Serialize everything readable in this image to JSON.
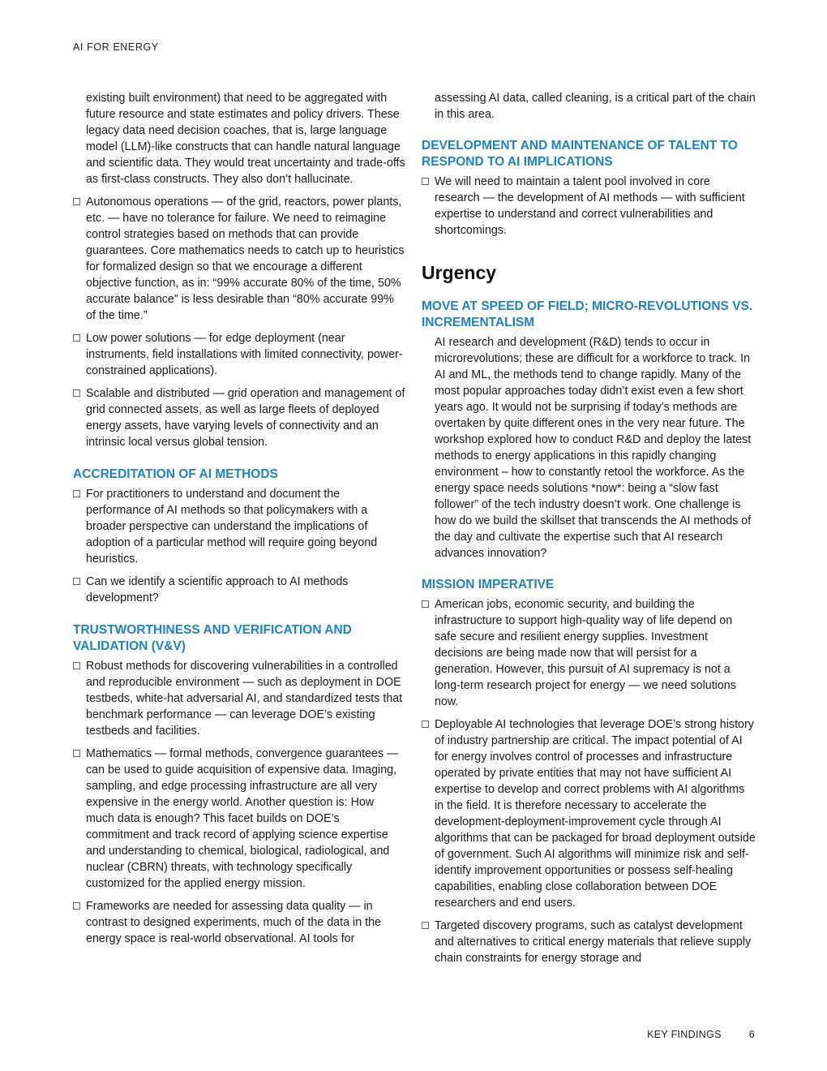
{
  "header": {
    "running_title": "AI FOR ENERGY"
  },
  "left": {
    "intro_continuation": "existing built environment) that need to be aggregated with future resource and state estimates and policy drivers. These legacy data need decision coaches, that is, large language model (LLM)-like constructs that can handle natural language and scientific data. They would treat uncertainty and trade-offs as first-class constructs. They also don’t hallucinate.",
    "bullets_top": [
      "Autonomous operations — of the grid, reactors, power plants, etc. — have no tolerance for failure. We need to reimagine control strategies based on methods that can provide guarantees. Core mathematics needs to catch up to heuristics for formalized design so that we encourage a different objective function, as in: “99% accurate 80% of the time, 50% accurate balance” is less desirable than “80% accurate 99% of the time.”",
      "Low power solutions — for edge deployment (near instruments, field installations with limited connectivity, power-constrained applications).",
      "Scalable and distributed — grid operation and management of grid connected assets, as well as large fleets of deployed energy assets, have varying levels of connectivity and an intrinsic local versus global tension."
    ],
    "accreditation": {
      "heading": "ACCREDITATION OF AI METHODS",
      "bullets": [
        "For practitioners to understand and document the performance of AI methods so that policymakers with a broader perspective can understand the implications of adoption of a particular method will require going beyond heuristics.",
        "Can we identify a scientific approach to AI methods development?"
      ]
    },
    "trust": {
      "heading": "TRUSTWORTHINESS AND VERIFICATION AND VALIDATION (V&V)",
      "bullets": [
        "Robust methods for discovering vulnerabilities in a controlled and reproducible environment — such as deployment in DOE testbeds, white-hat adversarial AI, and standardized tests that benchmark performance — can leverage DOE’s existing testbeds and facilities.",
        "Mathematics — formal methods, convergence guarantees —can be used to guide acquisition of expensive data. Imaging, sampling, and edge processing infrastructure are all very expensive in the energy world. Another question is: How much data is enough? This facet builds on DOE’s commitment and track record of applying science expertise and understanding to chemical, biological, radiological, and nuclear (CBRN) threats, with technology specifically customized for the applied energy mission.",
        "Frameworks are needed for assessing data quality — in contrast to designed experiments, much of the data in the energy space is real-world observational. AI tools for"
      ]
    }
  },
  "right": {
    "continuation": "assessing AI data, called cleaning, is a critical part of the chain in this area.",
    "talent": {
      "heading": "DEVELOPMENT AND MAINTENANCE OF TALENT TO RESPOND TO AI IMPLICATIONS",
      "bullets": [
        "We will need to maintain a talent pool involved in core research — the development of AI methods — with sufficient expertise to understand and correct vulnerabilities and shortcomings."
      ]
    },
    "urgency": {
      "heading": "Urgency",
      "speed": {
        "heading": "MOVE AT SPEED OF FIELD; MICRO-REVOLUTIONS VS. INCREMENTALISM",
        "paragraph": "AI research and development (R&D) tends to occur in microrevolutions; these are difficult for a workforce to track. In AI and ML, the methods tend to change rapidly. Many of the most popular approaches today didn’t exist even a few short years ago. It would not be surprising if today’s methods are overtaken by quite different ones in the very near future. The workshop explored how to conduct R&D and deploy the latest methods to energy applications in this rapidly changing environment – how to constantly retool the workforce. As the energy space needs solutions *now*: being a “slow fast follower” of the tech industry doesn’t work. One challenge is how do we build the skillset that transcends the AI methods of the day and cultivate the expertise such that AI research advances innovation?"
      },
      "mission": {
        "heading": "MISSION IMPERATIVE",
        "bullets": [
          "American jobs, economic security, and building the infrastructure to support high-quality way of life depend on safe secure and resilient energy supplies. Investment decisions are being made now that will persist for a generation. However, this pursuit of AI supremacy is not a long-term research project for energy — we need solutions now.",
          "Deployable AI technologies that leverage DOE’s strong history of industry partnership are critical. The impact potential of AI for energy involves control of processes and infrastructure operated by private entities that may not have sufficient AI expertise to develop and correct problems with AI algorithms in the field. It is therefore necessary to accelerate the development-deployment-improvement cycle through AI algorithms that can be packaged for broad deployment outside of government. Such AI algorithms will minimize risk and self-identify improvement opportunities or possess self-healing capabilities, enabling close collaboration between DOE researchers and end users.",
          "Targeted discovery programs, such as catalyst development and alternatives to critical energy materials that relieve supply chain constraints for energy storage and"
        ]
      }
    }
  },
  "footer": {
    "section": "KEY FINDINGS",
    "page_number": "6"
  }
}
